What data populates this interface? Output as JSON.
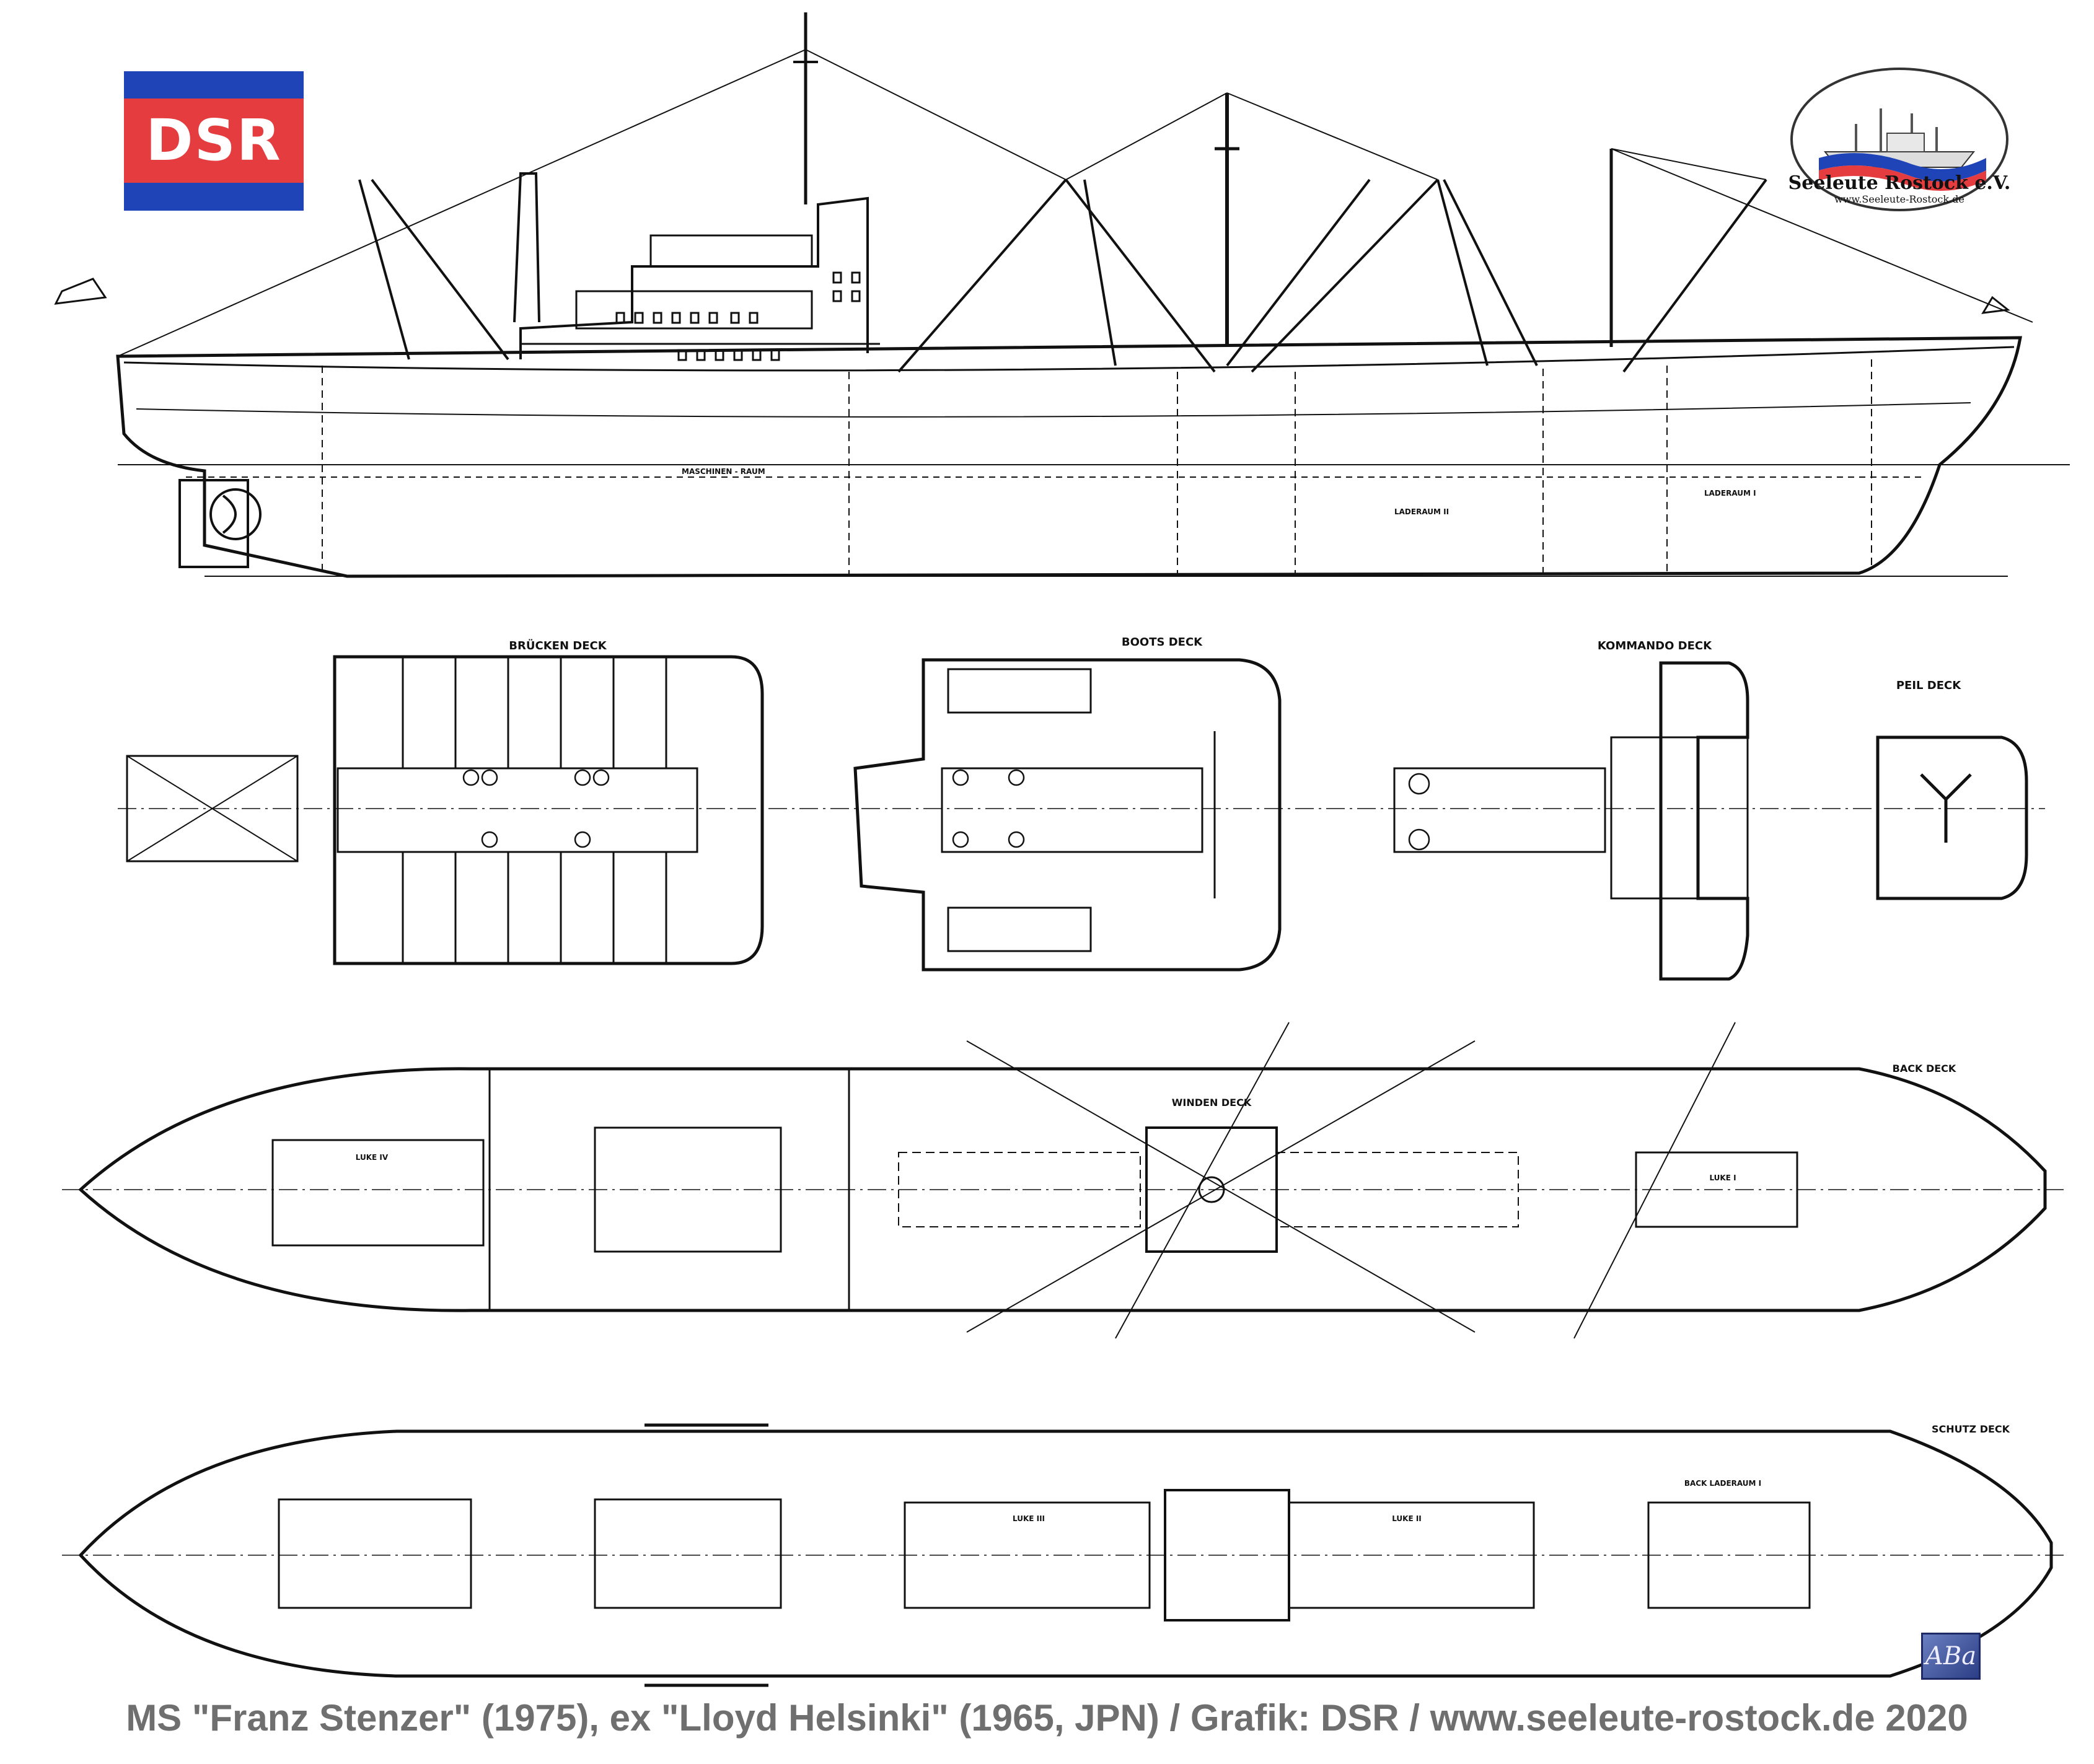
{
  "logo": {
    "text": "DSR",
    "colors": {
      "blue": "#1f44b8",
      "red": "#e53d3f"
    }
  },
  "badge": {
    "title": "Seeleute Rostock e.V.",
    "url": "www.Seeleute-Rostock.de"
  },
  "watermark": {
    "text": "ABa"
  },
  "decks": {
    "bruecken": "BRÜCKEN DECK",
    "boots": "BOOTS DECK",
    "kommando": "KOMMANDO  DECK",
    "peil": "PEIL  DECK",
    "back": "BACK  DECK",
    "winden": "WINDEN DECK",
    "schutz": "SCHUTZ  DECK"
  },
  "holds": {
    "luke_iv": "LUKE IV",
    "luke_i": "LUKE I",
    "luke_iii": "LUKE III",
    "luke_ii": "LUKE II",
    "back_laderaum_i": "BACK LADERAUM I",
    "laderaum_ii": "LADERAUM II",
    "laderaum_i": "LADERAUM I",
    "maschinenraum": "MASCHINEN - RAUM"
  },
  "caption": "MS \"Franz Stenzer\" (1975), ex \"Lloyd Helsinki\" (1965, JPN) / Grafik: DSR / www.seeleute-rostock.de 2020"
}
